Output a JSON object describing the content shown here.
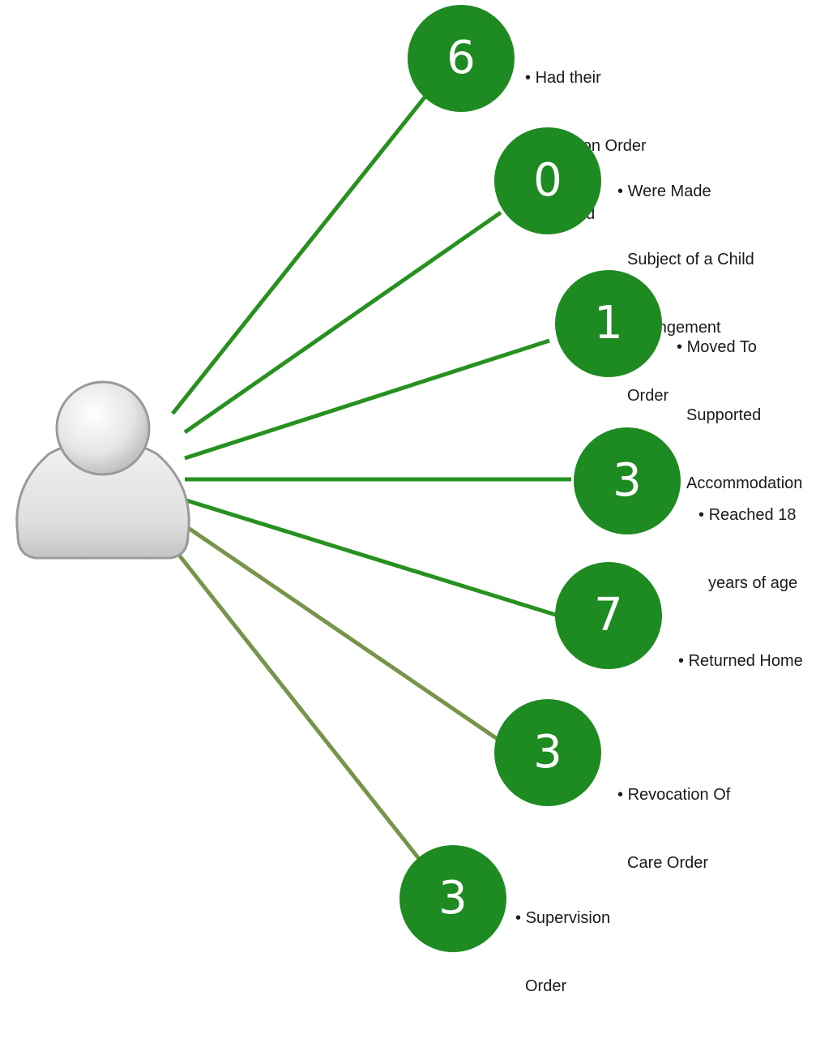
{
  "colors": {
    "bubble_fill": "#1e8a22",
    "line_primary": "#27911f",
    "line_olive": "#76944a",
    "text": "#1a1a1a"
  },
  "person": {
    "icon": "user-avatar-icon"
  },
  "bullet_glyph": "•",
  "outcomes": [
    {
      "count": "6",
      "label_lines": [
        "Had their",
        "Adoption Order",
        "Granted"
      ],
      "line_color": "line_primary"
    },
    {
      "count": "0",
      "label_lines": [
        "Were Made",
        "Subject of a Child",
        "Arrangement",
        "Order"
      ],
      "line_color": "line_primary"
    },
    {
      "count": "1",
      "label_lines": [
        "Moved To",
        "Supported",
        "Accommodation"
      ],
      "line_color": "line_primary"
    },
    {
      "count": "3",
      "label_lines": [
        "Reached 18",
        "years of age"
      ],
      "line_color": "line_primary"
    },
    {
      "count": "7",
      "label_lines": [
        "Returned Home"
      ],
      "line_color": "line_primary"
    },
    {
      "count": "3",
      "label_lines": [
        "Revocation Of",
        "Care Order"
      ],
      "line_color": "line_olive"
    },
    {
      "count": "3",
      "label_lines": [
        "Supervision",
        "Order"
      ],
      "line_color": "line_olive"
    }
  ]
}
